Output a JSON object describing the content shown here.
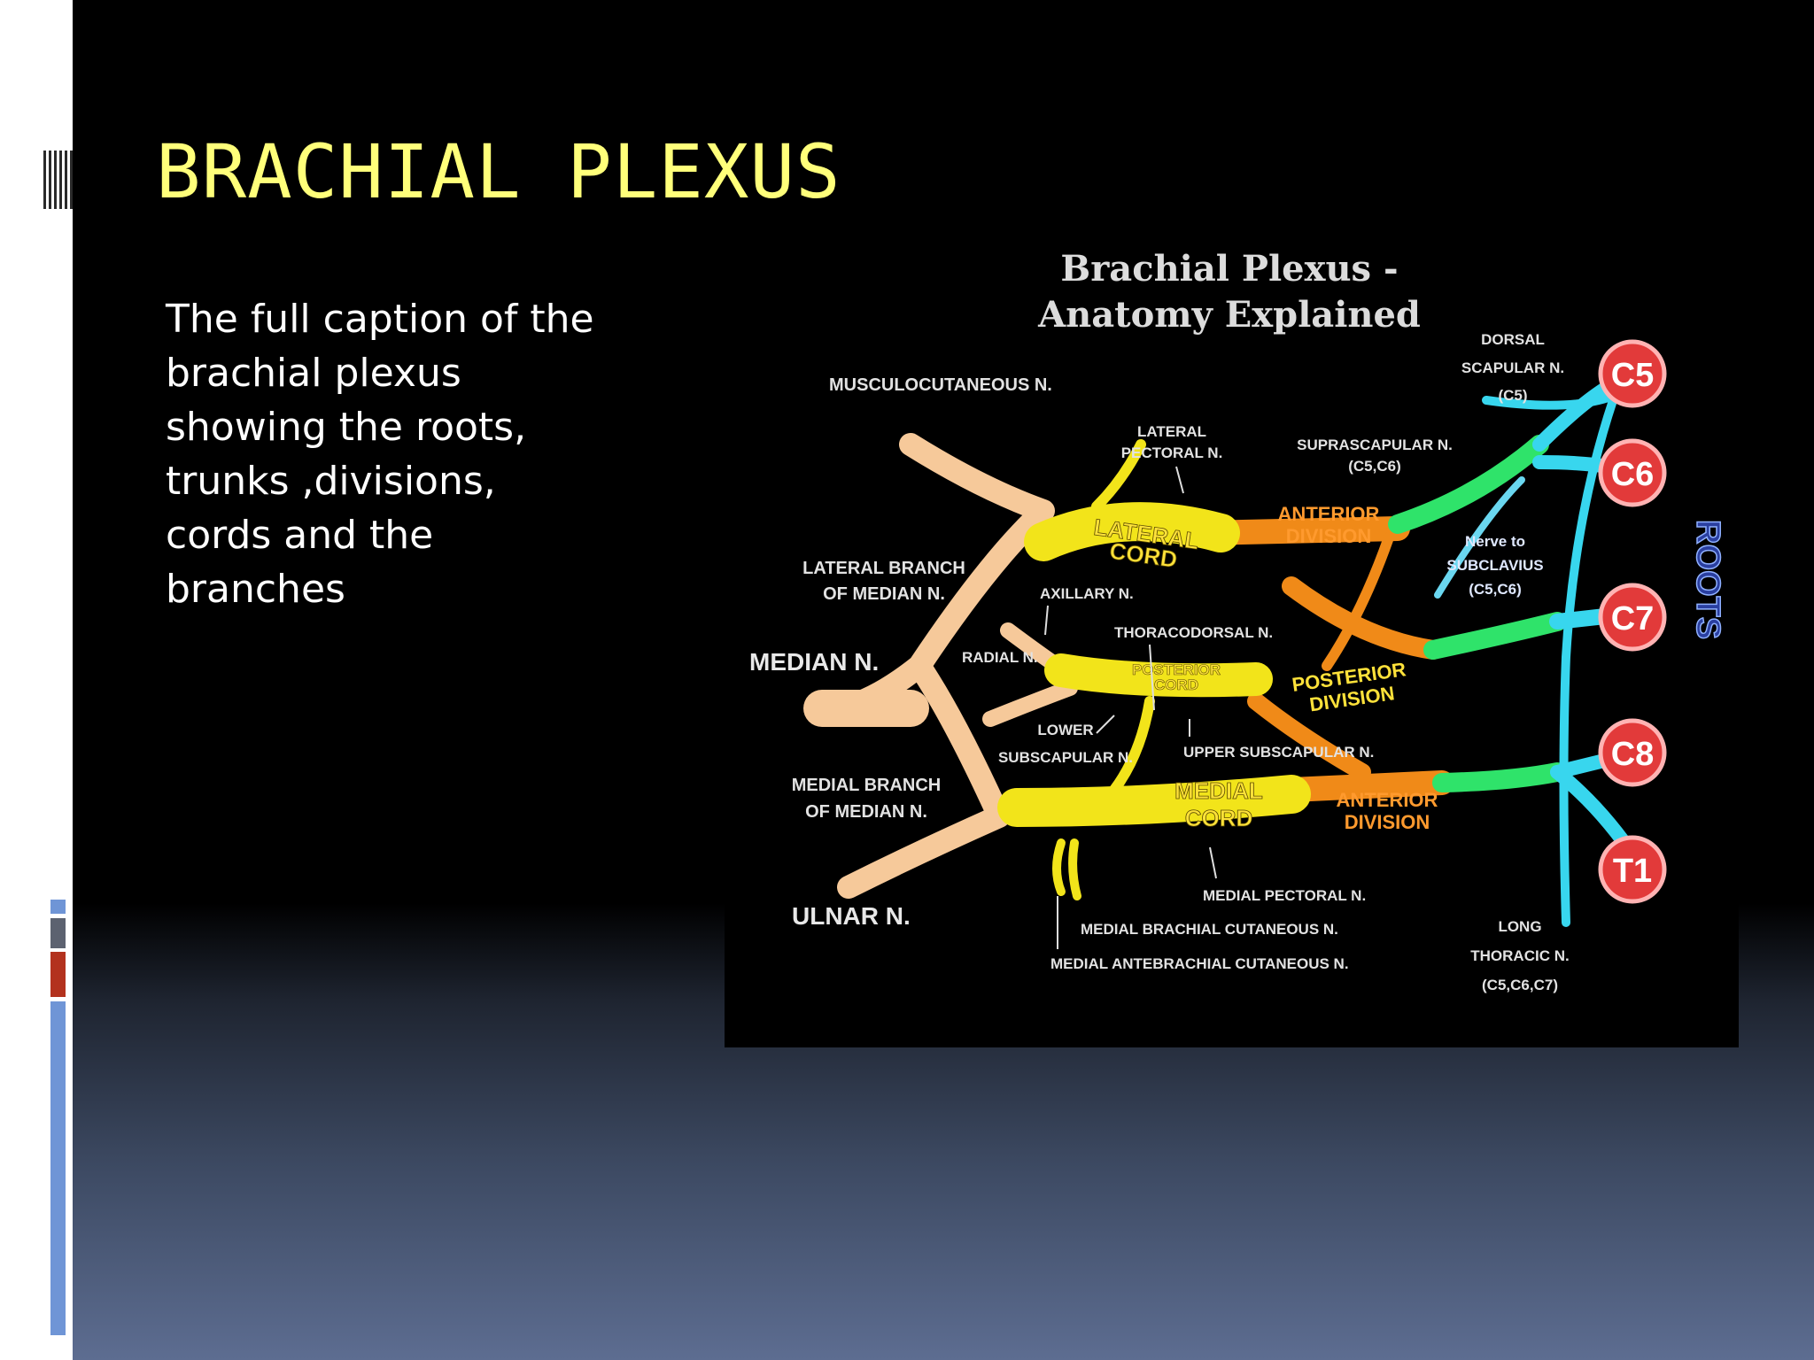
{
  "slide": {
    "title": "BRACHIAL PLEXUS",
    "caption": "The full caption of the brachial plexus showing the roots, trunks ,divisions, cords and the branches"
  },
  "diagram": {
    "title_line1": "Brachial Plexus -",
    "title_line2": "Anatomy Explained",
    "roots_label": "ROOTS",
    "roots": [
      "C5",
      "C6",
      "C7",
      "C8",
      "T1"
    ],
    "cords": {
      "lateral_1": "LATERAL",
      "lateral_2": "CORD",
      "posterior_1": "POSTERIOR",
      "posterior_2": "CORD",
      "medial_1": "MEDIAL",
      "medial_2": "CORD"
    },
    "divisions": {
      "anterior_top_1": "ANTERIOR",
      "anterior_top_2": "DIVISION",
      "posterior_1": "POSTERIOR",
      "posterior_2": "DIVISION",
      "anterior_bottom_1": "ANTERIOR",
      "anterior_bottom_2": "DIVISION"
    },
    "labels": {
      "musculocutaneous": "MUSCULOCUTANEOUS N.",
      "lateral_pectoral_1": "LATERAL",
      "lateral_pectoral_2": "PECTORAL N.",
      "suprascapular_1": "SUPRASCAPULAR N.",
      "suprascapular_2": "(C5,C6)",
      "dorsal_scapular_1": "DORSAL",
      "dorsal_scapular_2": "SCAPULAR N.",
      "dorsal_scapular_3": "(C5)",
      "nerve_subclavius_1": "Nerve to",
      "nerve_subclavius_2": "SUBCLAVIUS",
      "nerve_subclavius_3": "(C5,C6)",
      "lateral_branch_1": "LATERAL BRANCH",
      "lateral_branch_2": "OF MEDIAN N.",
      "axillary": "AXILLARY N.",
      "thoracodorsal": "THORACODORSAL N.",
      "median": "MEDIAN N.",
      "radial": "RADIAL N.",
      "lower_subscapular_1": "LOWER",
      "lower_subscapular_2": "SUBSCAPULAR N.",
      "upper_subscapular": "UPPER SUBSCAPULAR N.",
      "medial_branch_1": "MEDIAL BRANCH",
      "medial_branch_2": "OF MEDIAN N.",
      "ulnar": "ULNAR N.",
      "medial_pectoral": "MEDIAL PECTORAL N.",
      "medial_brachial": "MEDIAL BRACHIAL CUTANEOUS N.",
      "medial_antebrachial": "MEDIAL ANTEBRACHIAL CUTANEOUS N.",
      "long_thoracic_1": "LONG",
      "long_thoracic_2": "THORACIC N.",
      "long_thoracic_3": "(C5,C6,C7)"
    }
  },
  "colors": {
    "title": "#ffff7a",
    "lateral_medial_cords": "#f2e41a",
    "branches": "#f6c99a",
    "divisions": "#f08a18",
    "trunks": "#2fe36a",
    "roots_nerves": "#38d6ee",
    "root_circles": "#e23a3a"
  }
}
